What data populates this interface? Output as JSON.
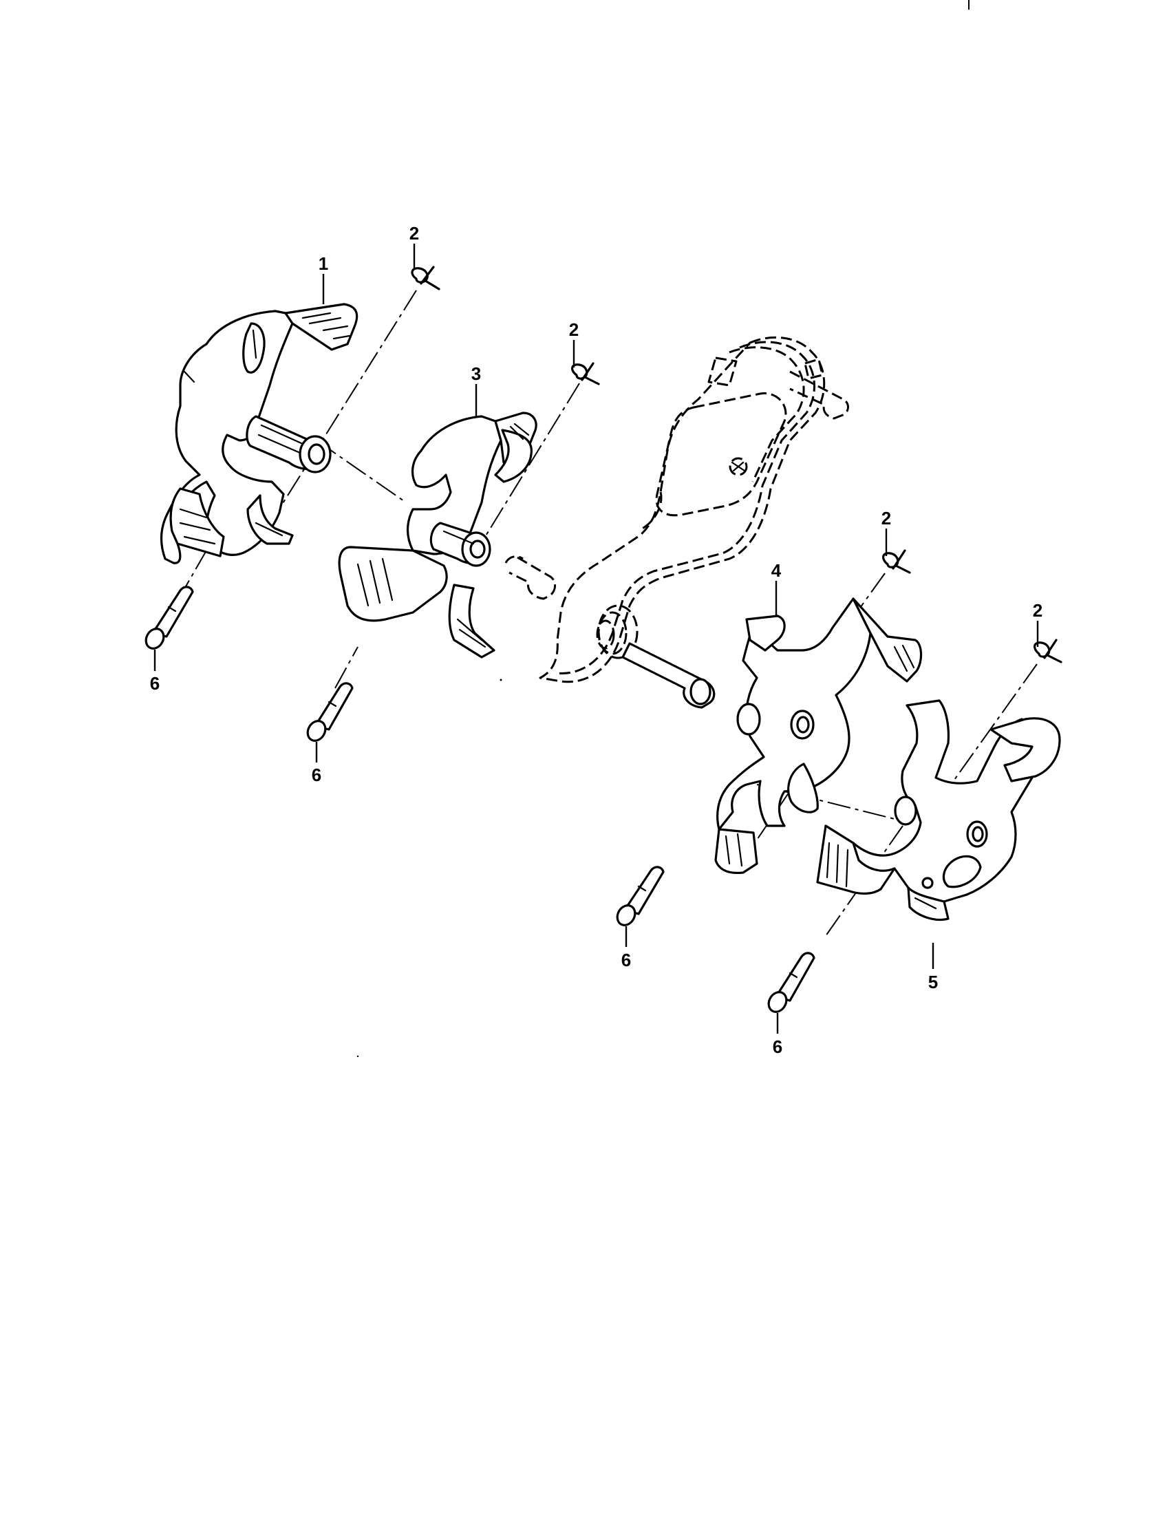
{
  "callouts": {
    "tine_1": "1",
    "hairpin_a": "2",
    "hairpin_b": "2",
    "hairpin_c": "2",
    "hairpin_d": "2",
    "tine_3": "3",
    "tine_4": "4",
    "tine_5": "5",
    "pin_a": "6",
    "pin_b": "6",
    "pin_c": "6",
    "pin_d": "6"
  }
}
